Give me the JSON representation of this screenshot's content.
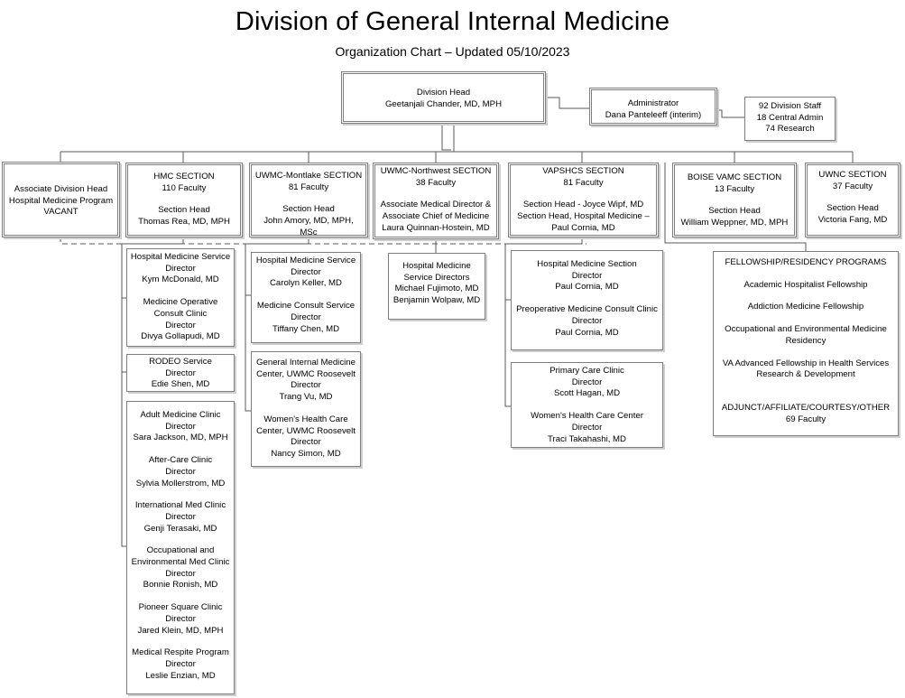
{
  "title": "Division of General Internal Medicine",
  "subtitle": "Organization Chart – Updated 05/10/2023",
  "colors": {
    "box_border": "#7f7f7f",
    "connector": "#5a5a5a",
    "shadow": "#cfcfcf"
  },
  "boxes": {
    "division_head": {
      "lines": [
        "Division Head",
        "Geetanjali Chander, MD, MPH"
      ]
    },
    "administrator": {
      "lines": [
        "Administrator",
        "Dana Panteleeff (interim)"
      ]
    },
    "staff": {
      "lines": [
        "92 Division Staff",
        "18 Central Admin",
        "74 Research"
      ]
    },
    "assoc_head": {
      "lines": [
        "Associate Division Head",
        "Hospital Medicine Program",
        "VACANT"
      ]
    },
    "hmc": {
      "lines": [
        "HMC SECTION",
        "110 Faculty",
        "",
        "Section Head",
        "Thomas Rea, MD, MPH"
      ]
    },
    "montlake": {
      "lines": [
        "UWMC-Montlake SECTION",
        "81 Faculty",
        "",
        "Section Head",
        "John Amory, MD, MPH, MSc"
      ]
    },
    "northwest": {
      "lines": [
        "UWMC-Northwest SECTION",
        "38 Faculty",
        "",
        "Associate Medical Director &",
        "Associate Chief of Medicine",
        "Laura Quinnan-Hostein, MD"
      ]
    },
    "vapshcs": {
      "lines": [
        "VAPSHCS SECTION",
        "81 Faculty",
        "",
        "Section Head - Joyce Wipf, MD",
        "Section Head, Hospital Medicine –",
        "Paul Cornia, MD"
      ]
    },
    "boise": {
      "lines": [
        "BOISE VAMC SECTION",
        "13 Faculty",
        "",
        "Section Head",
        "William Weppner, MD, MPH"
      ]
    },
    "uwnc": {
      "lines": [
        "UWNC SECTION",
        "37 Faculty",
        "",
        "Section Head",
        "Victoria Fang, MD"
      ]
    },
    "hmc_units_1": {
      "lines": [
        "Hospital Medicine Service",
        "Director",
        "Kym McDonald, MD",
        "",
        "Medicine Operative",
        "Consult Clinic",
        "Director",
        "Divya Gollapudi, MD"
      ]
    },
    "hmc_units_2": {
      "lines": [
        "RODEO Service",
        "Director",
        "Edie Shen, MD"
      ]
    },
    "hmc_units_3": {
      "lines": [
        "Adult Medicine Clinic",
        "Director",
        "Sara Jackson, MD, MPH",
        "",
        "After-Care Clinic",
        "Director",
        "Sylvia Mollerstrom, MD",
        "",
        "International Med Clinic",
        "Director",
        "Genji Terasaki, MD",
        "",
        "Occupational and",
        "Environmental Med Clinic",
        "Director",
        "Bonnie Ronish, MD",
        "",
        "Pioneer Square Clinic",
        "Director",
        "Jared Klein, MD, MPH",
        "",
        "Medical Respite Program",
        "Director",
        "Leslie Enzian, MD"
      ]
    },
    "montlake_units_1": {
      "lines": [
        "Hospital Medicine Service",
        "Director",
        "Carolyn Keller, MD",
        "",
        "Medicine Consult Service",
        "Director",
        "Tiffany Chen, MD"
      ]
    },
    "montlake_units_2": {
      "lines": [
        "General Internal Medicine",
        "Center, UWMC Roosevelt",
        "Director",
        "Trang Vu, MD",
        "",
        "Women's Health Care",
        "Center, UWMC Roosevelt",
        "Director",
        "Nancy Simon, MD"
      ]
    },
    "northwest_units_1": {
      "lines": [
        "Hospital Medicine",
        "Service Directors",
        "Michael Fujimoto, MD",
        "Benjamin Wolpaw, MD"
      ]
    },
    "vapshcs_units_1": {
      "lines": [
        "Hospital Medicine Section",
        "Director",
        "Paul Cornia, MD",
        "",
        "Preoperative Medicine Consult Clinic",
        "Director",
        "Paul Cornia, MD"
      ]
    },
    "vapshcs_units_2": {
      "lines": [
        "Primary Care Clinic",
        "Director",
        "Scott Hagan, MD",
        "",
        "Women's Health Care Center",
        "Director",
        "Traci Takahashi, MD"
      ]
    },
    "programs": {
      "lines": [
        "FELLOWSHIP/RESIDENCY PROGRAMS",
        "",
        "Academic Hospitalist Fellowship",
        "",
        "Addiction Medicine Fellowship",
        "",
        "Occupational and Environmental Medicine",
        "Residency",
        "",
        "VA Advanced Fellowship in Health Services",
        "Research & Development",
        "",
        "",
        "ADJUNCT/AFFILIATE/COURTESY/OTHER",
        "69 Faculty"
      ]
    }
  }
}
